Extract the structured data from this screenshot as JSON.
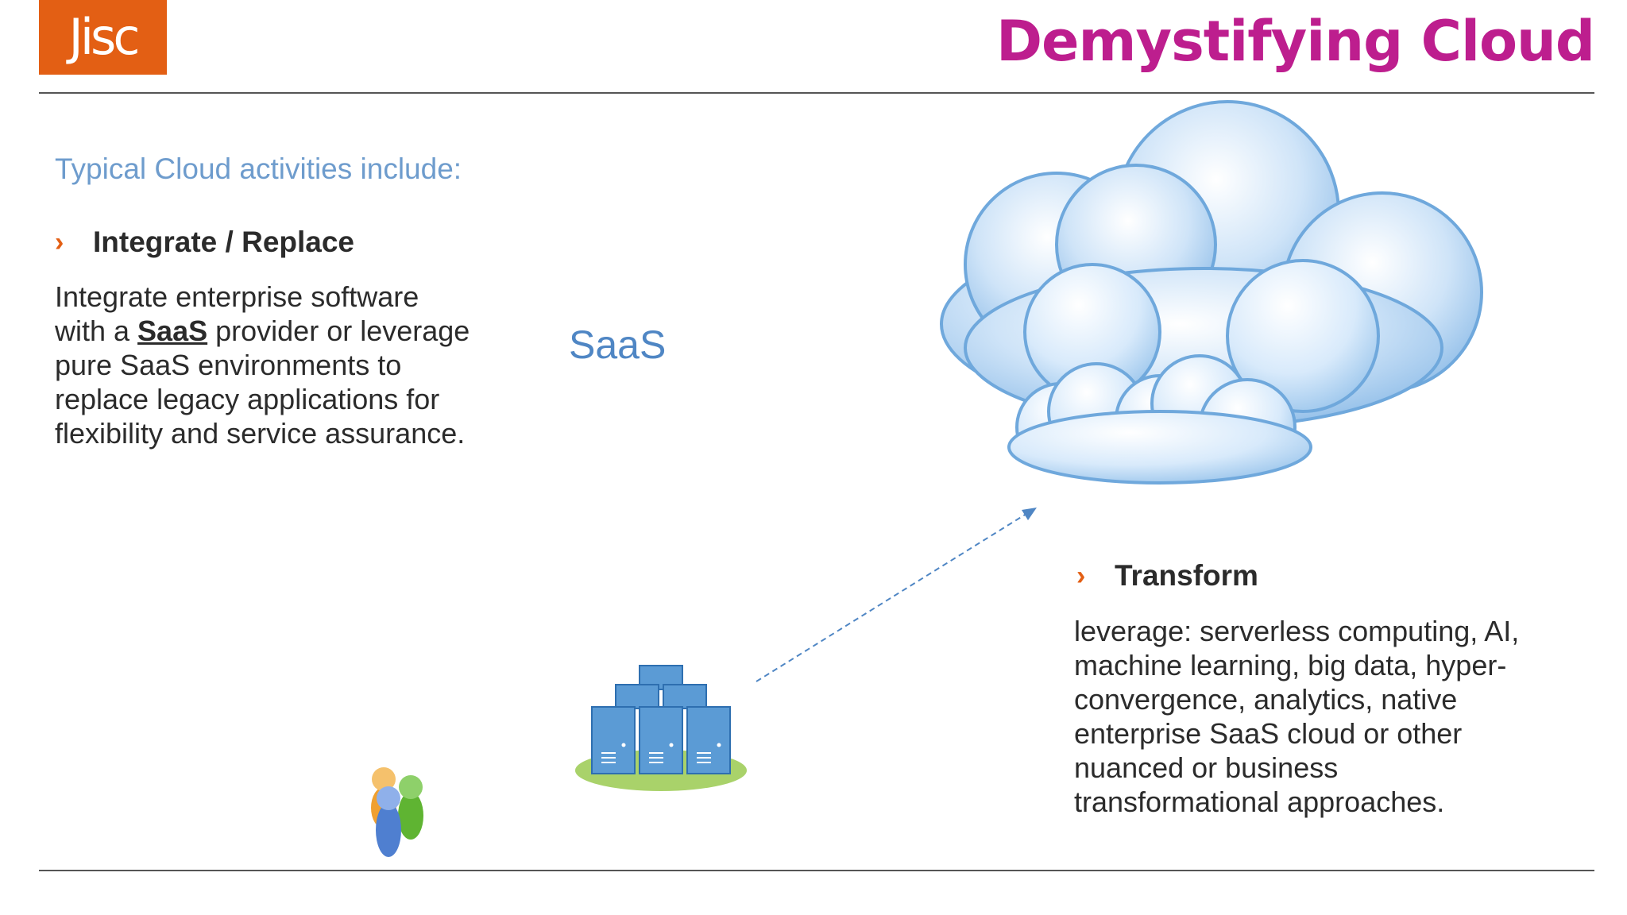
{
  "header": {
    "logo_text": "Jisc",
    "title": "Demystifying Cloud"
  },
  "left": {
    "intro": "Typical Cloud activities include:",
    "bullet_title": "Integrate / Replace",
    "body_line1": "Integrate enterprise software",
    "body_line2_pre": "with a ",
    "body_line2_link": "SaaS",
    "body_line2_post": " provider or leverage",
    "body_line3": "pure SaaS environments to",
    "body_line4": "replace legacy applications for",
    "body_line5": "flexibility and service assurance."
  },
  "diagram": {
    "saas_label": "SaaS",
    "icons": [
      "cloud-icon",
      "server-cluster-icon",
      "users-icon"
    ]
  },
  "right": {
    "bullet_title": "Transform",
    "body_lines": [
      "leverage:  serverless computing, AI,",
      "machine learning, big data, hyper-",
      "convergence, analytics, native",
      "enterprise SaaS cloud  or  other",
      "nuanced or business",
      "transformational  approaches."
    ]
  },
  "colors": {
    "brand_orange": "#e35f14",
    "title_magenta": "#bd1e8e",
    "intro_blue": "#6e9ccd",
    "saas_blue": "#4f86c4"
  }
}
